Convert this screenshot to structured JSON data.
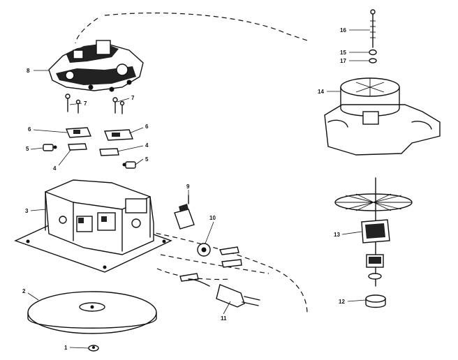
{
  "diagram": {
    "callouts": [
      {
        "id": "c1",
        "text": "1"
      },
      {
        "id": "c2",
        "text": "2"
      },
      {
        "id": "c3",
        "text": "3"
      },
      {
        "id": "c4a",
        "text": "4"
      },
      {
        "id": "c4b",
        "text": "4"
      },
      {
        "id": "c5a",
        "text": "5"
      },
      {
        "id": "c5b",
        "text": "5"
      },
      {
        "id": "c6a",
        "text": "6"
      },
      {
        "id": "c6b",
        "text": "6"
      },
      {
        "id": "c7a",
        "text": "7"
      },
      {
        "id": "c7b",
        "text": "7"
      },
      {
        "id": "c8",
        "text": "8"
      },
      {
        "id": "c9",
        "text": "9"
      },
      {
        "id": "c10",
        "text": "10"
      },
      {
        "id": "c11",
        "text": "11"
      },
      {
        "id": "c12",
        "text": "12"
      },
      {
        "id": "c13",
        "text": "13"
      },
      {
        "id": "c14",
        "text": "14"
      },
      {
        "id": "c15",
        "text": "15"
      },
      {
        "id": "c16",
        "text": "16"
      },
      {
        "id": "c17",
        "text": "17"
      }
    ],
    "ink_color": "#111111",
    "background_color": "#ffffff"
  }
}
